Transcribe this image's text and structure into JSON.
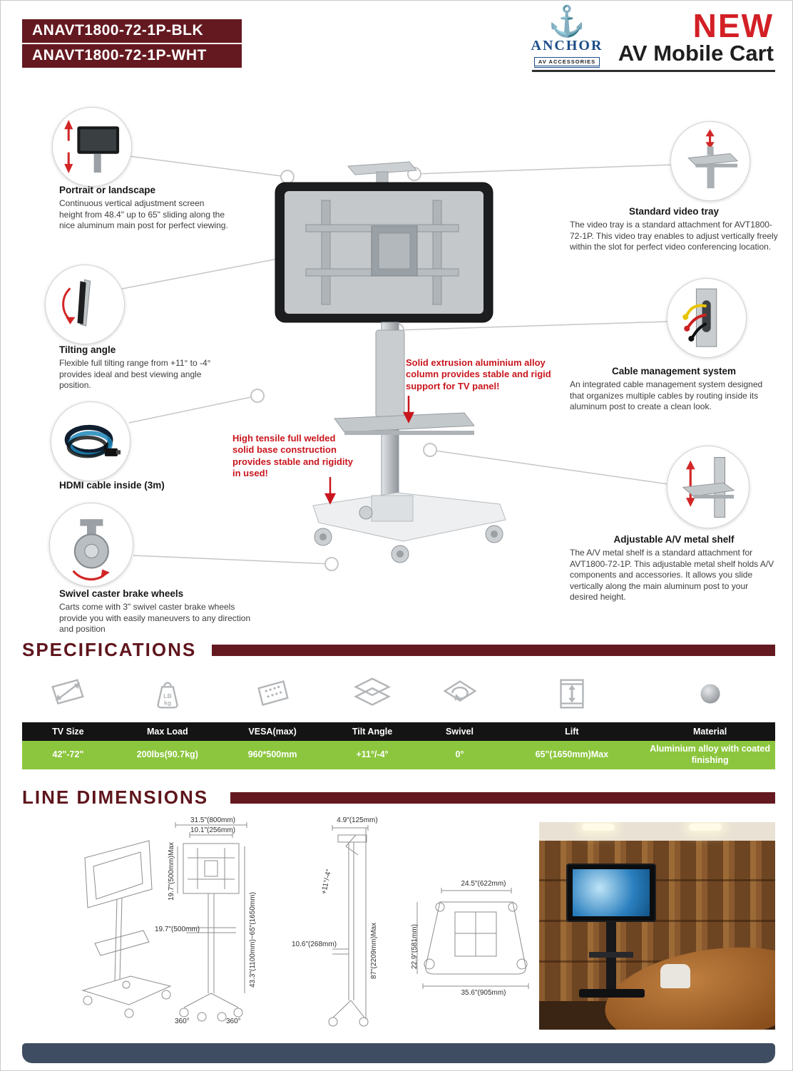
{
  "colors": {
    "maroon": "#641920",
    "accent_red": "#c8161d",
    "green_row": "#8cc63e",
    "table_header_row": "#141414",
    "footer_bar": "#3e4d61",
    "logo_blue": "#1d4e89",
    "new_red": "#d31f26"
  },
  "header": {
    "model_black": "ANAVT1800-72-1P-BLK",
    "model_white": "ANAVT1800-72-1P-WHT",
    "logo_text": "ANCHOR",
    "logo_subtext": "AV ACCESSORIES",
    "new_badge": "NEW",
    "title": "AV Mobile Cart"
  },
  "features": {
    "portrait": {
      "title": "Portrait or landscape",
      "desc": "Continuous vertical adjustment screen height from 48.4\" up to 65\" sliding along the nice aluminum main post for perfect viewing."
    },
    "tilting": {
      "title": "Tilting angle",
      "desc": "Flexible full tilting range from +11° to -4° provides ideal and best viewing angle position."
    },
    "hdmi": {
      "title": "HDMI cable inside (3m)"
    },
    "caster": {
      "title": "Swivel caster brake wheels",
      "desc": "Carts come with 3\" swivel caster brake wheels provide you with easily maneuvers to any direction and position"
    },
    "video_tray": {
      "title": "Standard video tray",
      "desc": "The video tray is a standard attachment for AVT1800-72-1P. This video tray enables to adjust vertically freely within the slot for perfect video conferencing location."
    },
    "cable_mgmt": {
      "title": "Cable management system",
      "desc": "An integrated cable management system designed that organizes multiple cables by routing inside its aluminum post to create a clean look."
    },
    "shelf": {
      "title": "Adjustable A/V metal shelf",
      "desc": "The A/V metal shelf is a standard attachment for AVT1800-72-1P. This adjustable metal shelf holds A/V components and accessories. It allows you slide vertically along the main aluminum post to your desired height."
    },
    "callout_column": "Solid extrusion aluminium alloy column provides stable and rigid support for TV panel!",
    "callout_base": "High tensile full welded solid base construction provides stable and rigidity in used!"
  },
  "specifications": {
    "heading": "SPECIFICATIONS",
    "weight_icon_lb": "LB",
    "weight_icon_kg": "kg",
    "columns": [
      "TV Size",
      "Max Load",
      "VESA(max)",
      "Tilt Angle",
      "Swivel",
      "Lift",
      "Material"
    ],
    "values": [
      "42\"-72\"",
      "200lbs(90.7kg)",
      "960*500mm",
      "+11°/-4°",
      "0°",
      "65\"(1650mm)Max",
      "Aluminium alloy with coated finishing"
    ]
  },
  "line_dimensions": {
    "heading": "LINE  DIMENSIONS",
    "front_view": {
      "top_width": "31.5\"(800mm)",
      "inner_width": "10.1\"(256mm)",
      "tray_travel": "19.7\"(500mm)Max",
      "shelf_width": "19.7\"(500mm)",
      "height_range": "43.3\"(1100mm)~65\"(1650mm)",
      "swivel_left": "360°",
      "swivel_right": "360°"
    },
    "side_view": {
      "depth_top": "4.9\"(125mm)",
      "tilt_range": "+11°/-4°",
      "shelf_depth": "10.6\"(268mm)",
      "max_height": "87\"(2209mm)Max"
    },
    "top_view": {
      "inner_width": "24.5\"(622mm)",
      "depth": "22.9\"(581mm)",
      "base_width": "35.6\"(905mm)"
    }
  }
}
